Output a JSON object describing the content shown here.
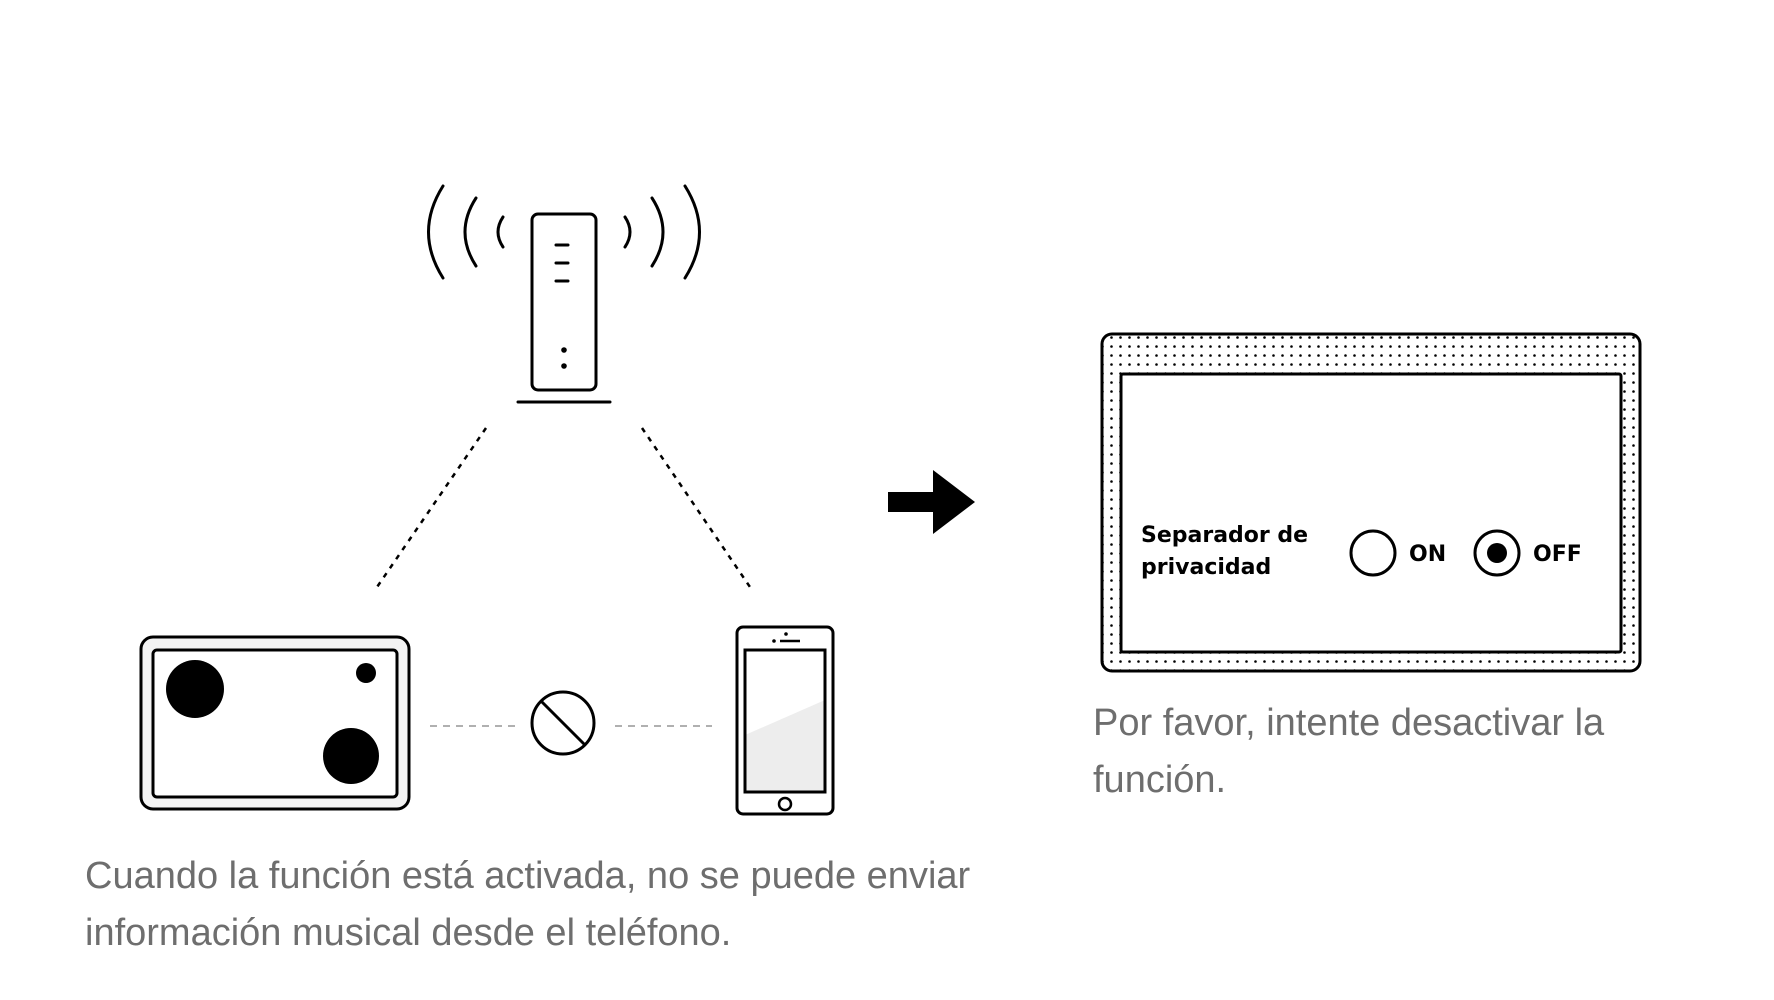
{
  "captions": {
    "left_line1": "Cuando la función está activada, no se puede enviar",
    "left_line2": "información musical desde el teléfono.",
    "right_line1": "Por favor, intente desactivar la",
    "right_line2": "función."
  },
  "panel": {
    "setting_label_line1": "Separador de",
    "setting_label_line2": "privacidad",
    "options": [
      {
        "label": "ON",
        "selected": false
      },
      {
        "label": "OFF",
        "selected": true
      }
    ]
  },
  "icons": {
    "router": "wifi-router-icon",
    "speaker": "speaker-icon",
    "phone": "smartphone-icon",
    "blocked": "prohibited-icon",
    "arrow": "arrow-right-icon"
  },
  "colors": {
    "line": "#000000",
    "caption_text": "#6e6e6e",
    "dashed_link": "#b0b0b0",
    "phone_screen_fill": "#ededed"
  }
}
